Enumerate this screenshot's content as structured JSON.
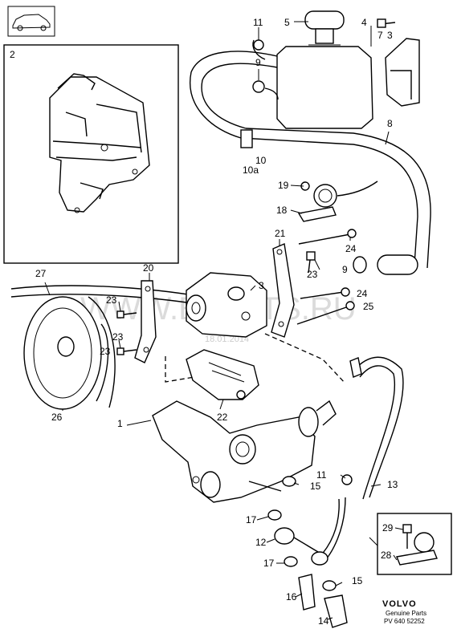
{
  "labels": {
    "l1": "1",
    "l2": "2",
    "l3a": "3",
    "l3b": "3",
    "l4": "4",
    "l5": "5",
    "l7": "7",
    "l8": "8",
    "l9a": "9",
    "l9b": "9",
    "l10": "10",
    "l10a": "10a",
    "l11a": "11",
    "l11b": "11",
    "l12": "12",
    "l13": "13",
    "l14": "14",
    "l15a": "15",
    "l15b": "15",
    "l16": "16",
    "l17a": "17",
    "l17b": "17",
    "l18": "18",
    "l19": "19",
    "l20": "20",
    "l21": "21",
    "l22": "22",
    "l23a": "23",
    "l23b": "23",
    "l23c": "23",
    "l23d": "23",
    "l24a": "24",
    "l24b": "24",
    "l25": "25",
    "l26": "26",
    "l27": "27",
    "l28": "28",
    "l29": "29"
  },
  "watermark": {
    "site": "WWW.ELCATS.RU",
    "date": "18.01.2014"
  },
  "branding": {
    "brand": "VOLVO",
    "subtitle": "Genuine Parts",
    "code": "PV 640 52252"
  }
}
